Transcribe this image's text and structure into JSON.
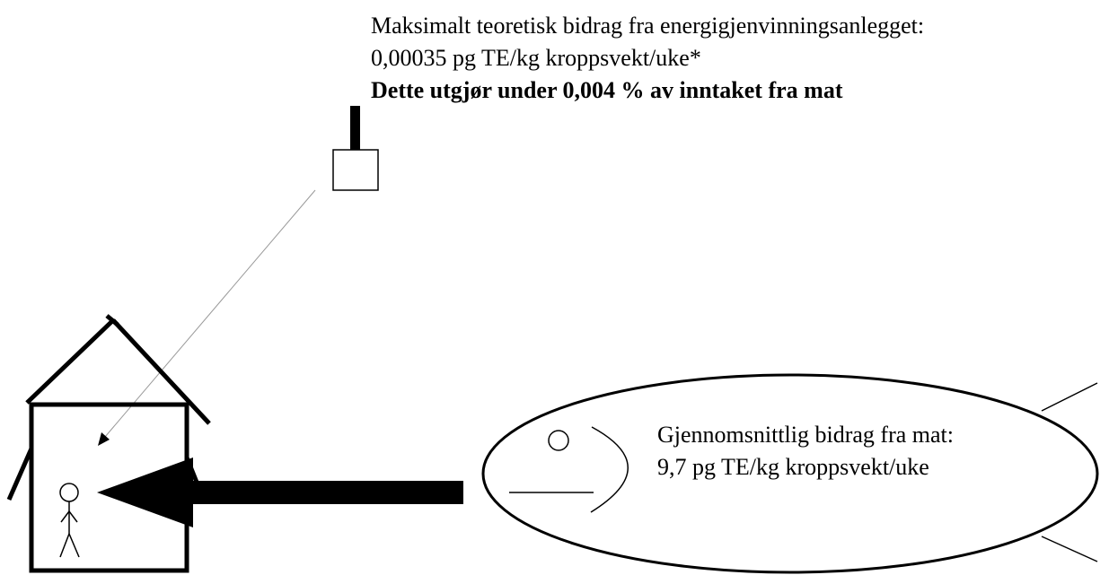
{
  "plant_text": {
    "line1": "Maksimalt teoretisk bidrag fra energigjenvinningsanlegget:",
    "line2": "0,00035 pg TE/kg kroppsvekt/uke*",
    "line3": "Dette utgjør under 0,004 % av inntaket fra mat"
  },
  "food_text": {
    "line1": "Gjennomsnittlig bidrag fra mat:",
    "line2": "9,7 pg TE/kg kroppsvekt/uke"
  },
  "colors": {
    "ink": "#000000",
    "background": "#ffffff",
    "thin_arrow": "#999999"
  },
  "icons": [
    "chimney-icon",
    "plant-building-icon",
    "house-icon",
    "person-icon",
    "fish-icon",
    "food-arrow-icon",
    "emission-arrow-icon"
  ]
}
